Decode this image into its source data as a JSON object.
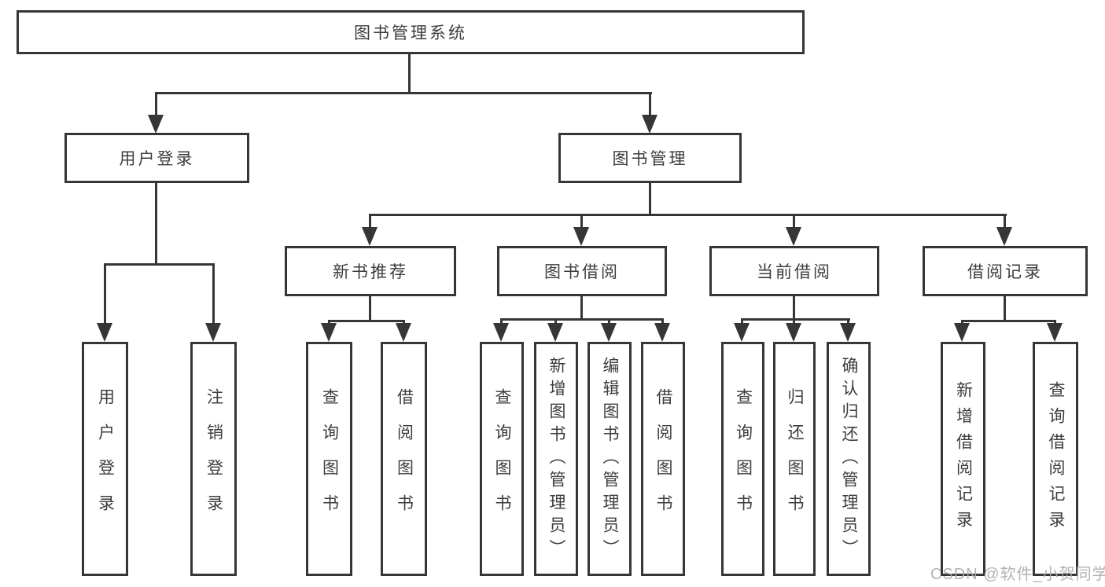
{
  "diagram": {
    "title": "图书管理系统",
    "root": "图书管理系统",
    "branches": [
      {
        "label": "用户登录",
        "children": [
          {
            "label": "用户登录"
          },
          {
            "label": "注销登录"
          }
        ]
      },
      {
        "label": "图书管理",
        "children": [
          {
            "label": "新书推荐",
            "children": [
              {
                "label": "查询图书"
              },
              {
                "label": "借阅图书"
              }
            ]
          },
          {
            "label": "图书借阅",
            "children": [
              {
                "label": "查询图书"
              },
              {
                "label": "新增图书（管理员）"
              },
              {
                "label": "编辑图书（管理员）"
              },
              {
                "label": "借阅图书"
              }
            ]
          },
          {
            "label": "当前借阅",
            "children": [
              {
                "label": "查询图书"
              },
              {
                "label": "归还图书"
              },
              {
                "label": "确认归还（管理员）"
              }
            ]
          },
          {
            "label": "借阅记录",
            "children": [
              {
                "label": "新增借阅记录"
              },
              {
                "label": "查询借阅记录"
              }
            ]
          }
        ]
      }
    ]
  },
  "watermark": {
    "text": "CSDN @软件_小贺同学",
    "color": "#ababab"
  },
  "colors": {
    "line": "#363636",
    "text": "#3d3d3d",
    "background": "#ffffff"
  }
}
